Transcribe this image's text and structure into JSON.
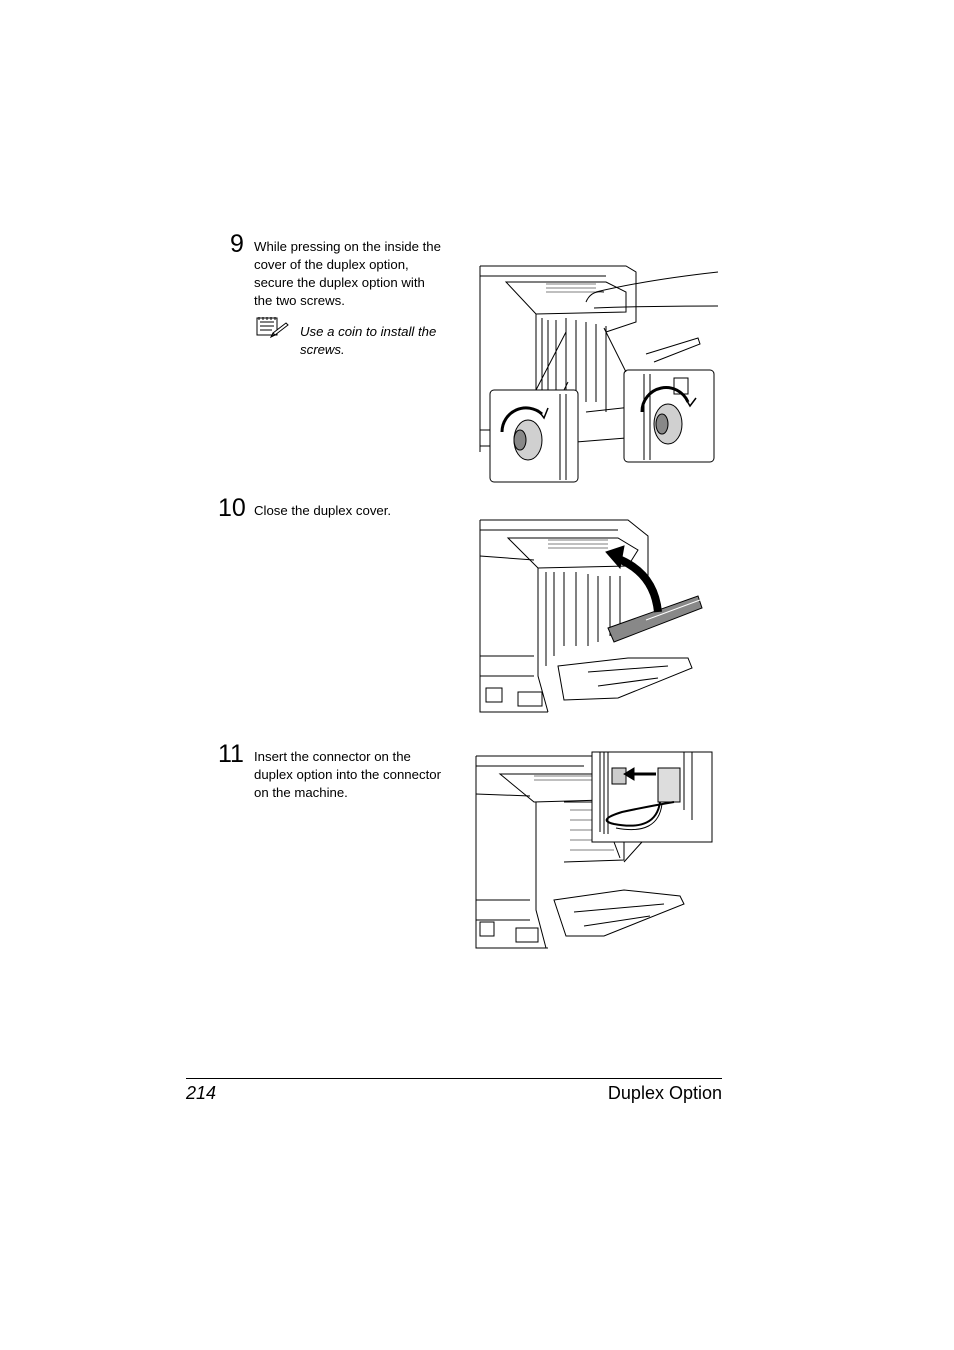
{
  "steps": [
    {
      "number": "9",
      "lines": [
        "While pressing on the inside the",
        "cover of the duplex option,",
        "secure the duplex option with",
        "the two screws."
      ],
      "note": {
        "icon": "note-pad-icon",
        "lines": [
          "Use a coin to install the",
          "screws."
        ]
      }
    },
    {
      "number": "10",
      "lines": [
        "Close the duplex cover."
      ]
    },
    {
      "number": "11",
      "lines": [
        "Insert the connector on the",
        "duplex option into the connector",
        "on the machine."
      ]
    }
  ],
  "footer": {
    "page_number": "214",
    "section": "Duplex Option"
  }
}
